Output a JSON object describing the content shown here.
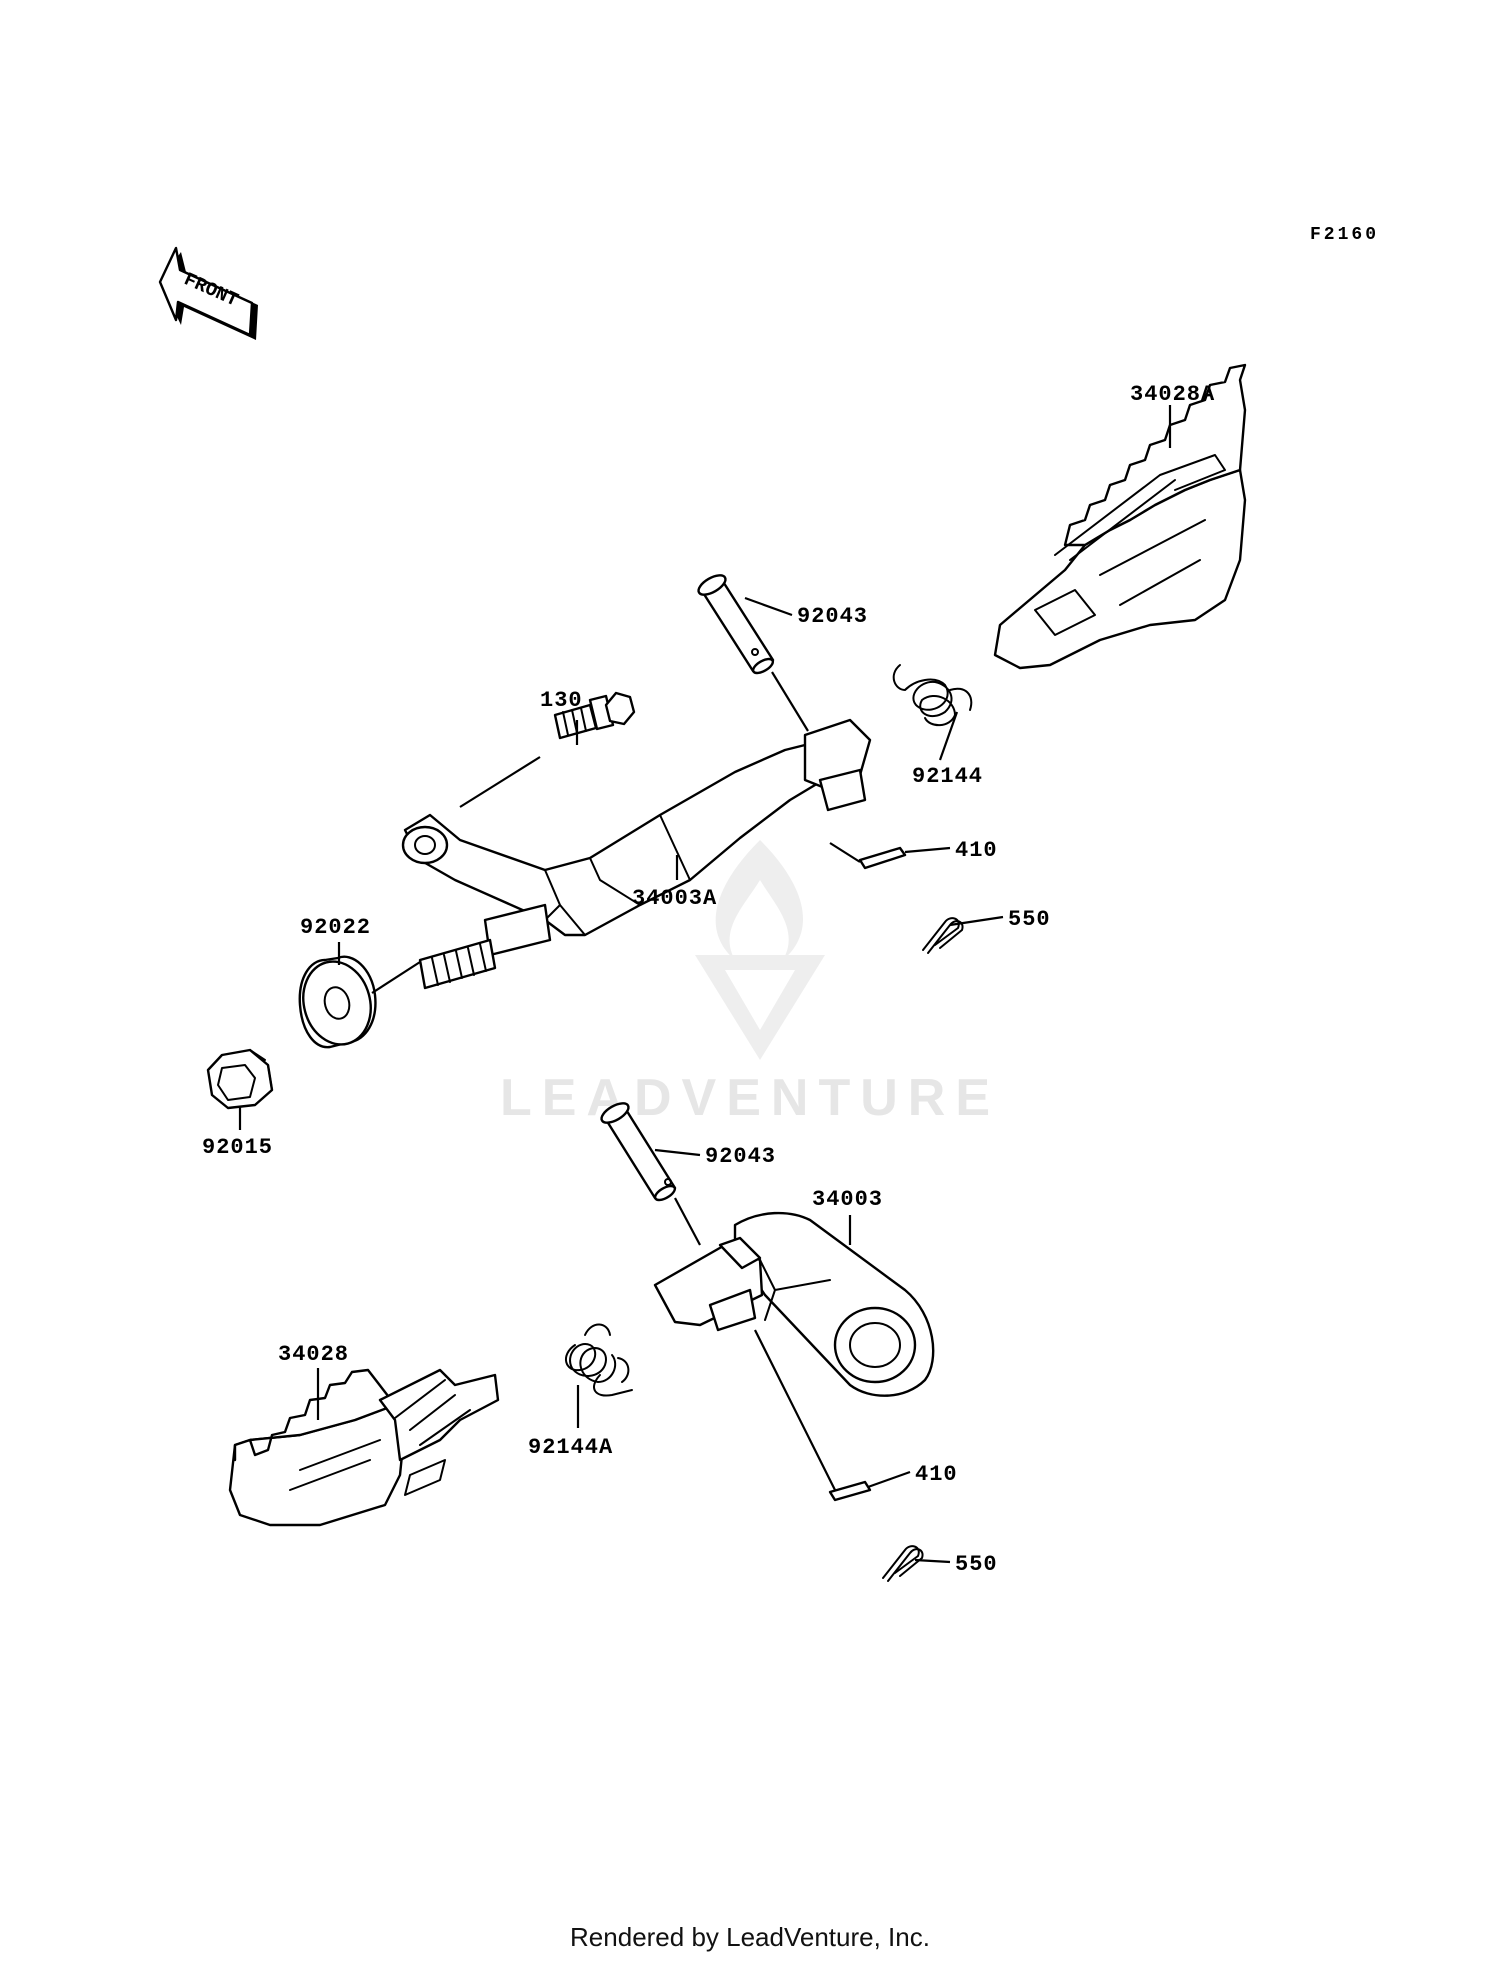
{
  "diagram": {
    "figure_code": "F2160",
    "front_arrow_text": "FRONT",
    "watermark_text": "LEADVENTURE",
    "footer_text": "Rendered by LeadVenture, Inc.",
    "callouts": {
      "p34028A": "34028A",
      "p92043_top": "92043",
      "p92144": "92144",
      "p130": "130",
      "p410_top": "410",
      "p34003A": "34003A",
      "p550_top": "550",
      "p92022": "92022",
      "p92015": "92015",
      "p92043_bottom": "92043",
      "p34003": "34003",
      "p34028": "34028",
      "p92144A": "92144A",
      "p410_bottom": "410",
      "p550_bottom": "550"
    }
  }
}
